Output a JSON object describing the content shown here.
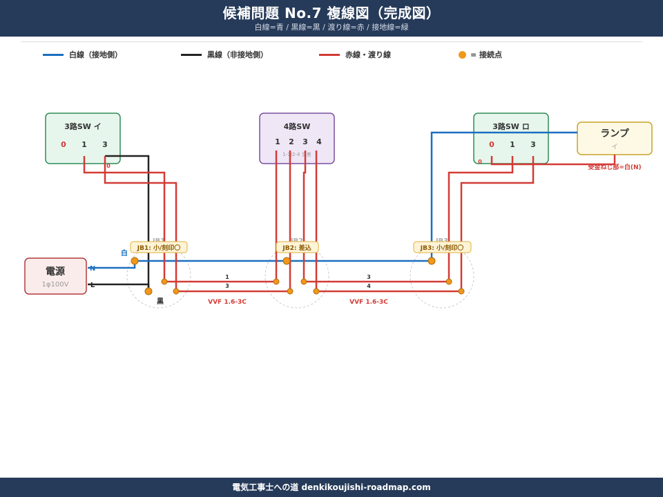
{
  "header": {
    "title": "候補問題 No.7  複線図（完成図）",
    "subtitle": "白線=青 / 黒線=黒 / 渡り線=赤 / 接地線=緑"
  },
  "legend": [
    {
      "label": "白線（接地側）",
      "color": "#1a6fbf",
      "kind": "line"
    },
    {
      "label": "黒線（非接地側）",
      "color": "#222222",
      "kind": "line"
    },
    {
      "label": "赤線・渡り線",
      "color": "#d33a35",
      "kind": "line"
    },
    {
      "label": "= 接続点",
      "color": "#f0981c",
      "kind": "dot"
    }
  ],
  "colors": {
    "white_wire": "#1a6fbf",
    "black_wire": "#222222",
    "red_wire": "#d33a35",
    "joint": "#f0981c",
    "header_bg": "#263a59"
  },
  "components": {
    "sw3a": {
      "title": "3路SW イ",
      "t0": "0",
      "t1": "1",
      "t3": "3",
      "tag": "0"
    },
    "sw4": {
      "title": "4路SW",
      "t1": "1",
      "t2": "2",
      "t3": "3",
      "t4": "4",
      "note": "1-3/2-4 交差"
    },
    "sw3b": {
      "title": "3路SW ロ",
      "t0": "0",
      "t1": "1",
      "t3": "3",
      "tag": "0"
    },
    "lamp": {
      "title": "ランプ",
      "sub": "イ",
      "note": "受金ねじ部=白(N)"
    },
    "power": {
      "title": "電源",
      "sub": "1φ100V",
      "n": "N",
      "l": "L"
    }
  },
  "junction_boxes": {
    "jb1": {
      "faint": "JB1",
      "label": "JB1: 小/刻印〇"
    },
    "jb2": {
      "faint": "JB2",
      "label": "JB2: 差込"
    },
    "jb3": {
      "faint": "JB3",
      "label": "JB3: 小/刻印〇"
    }
  },
  "wire_labels": {
    "white": "白",
    "black": "黒",
    "cable1": "VVF 1.6-3C",
    "cable2": "VVF 1.6-3C",
    "c1_top": "1",
    "c1_bottom": "3",
    "c2_top": "3",
    "c2_bottom": "4"
  },
  "footer": {
    "text": "電気工事士への道  denkikoujishi-roadmap.com"
  }
}
